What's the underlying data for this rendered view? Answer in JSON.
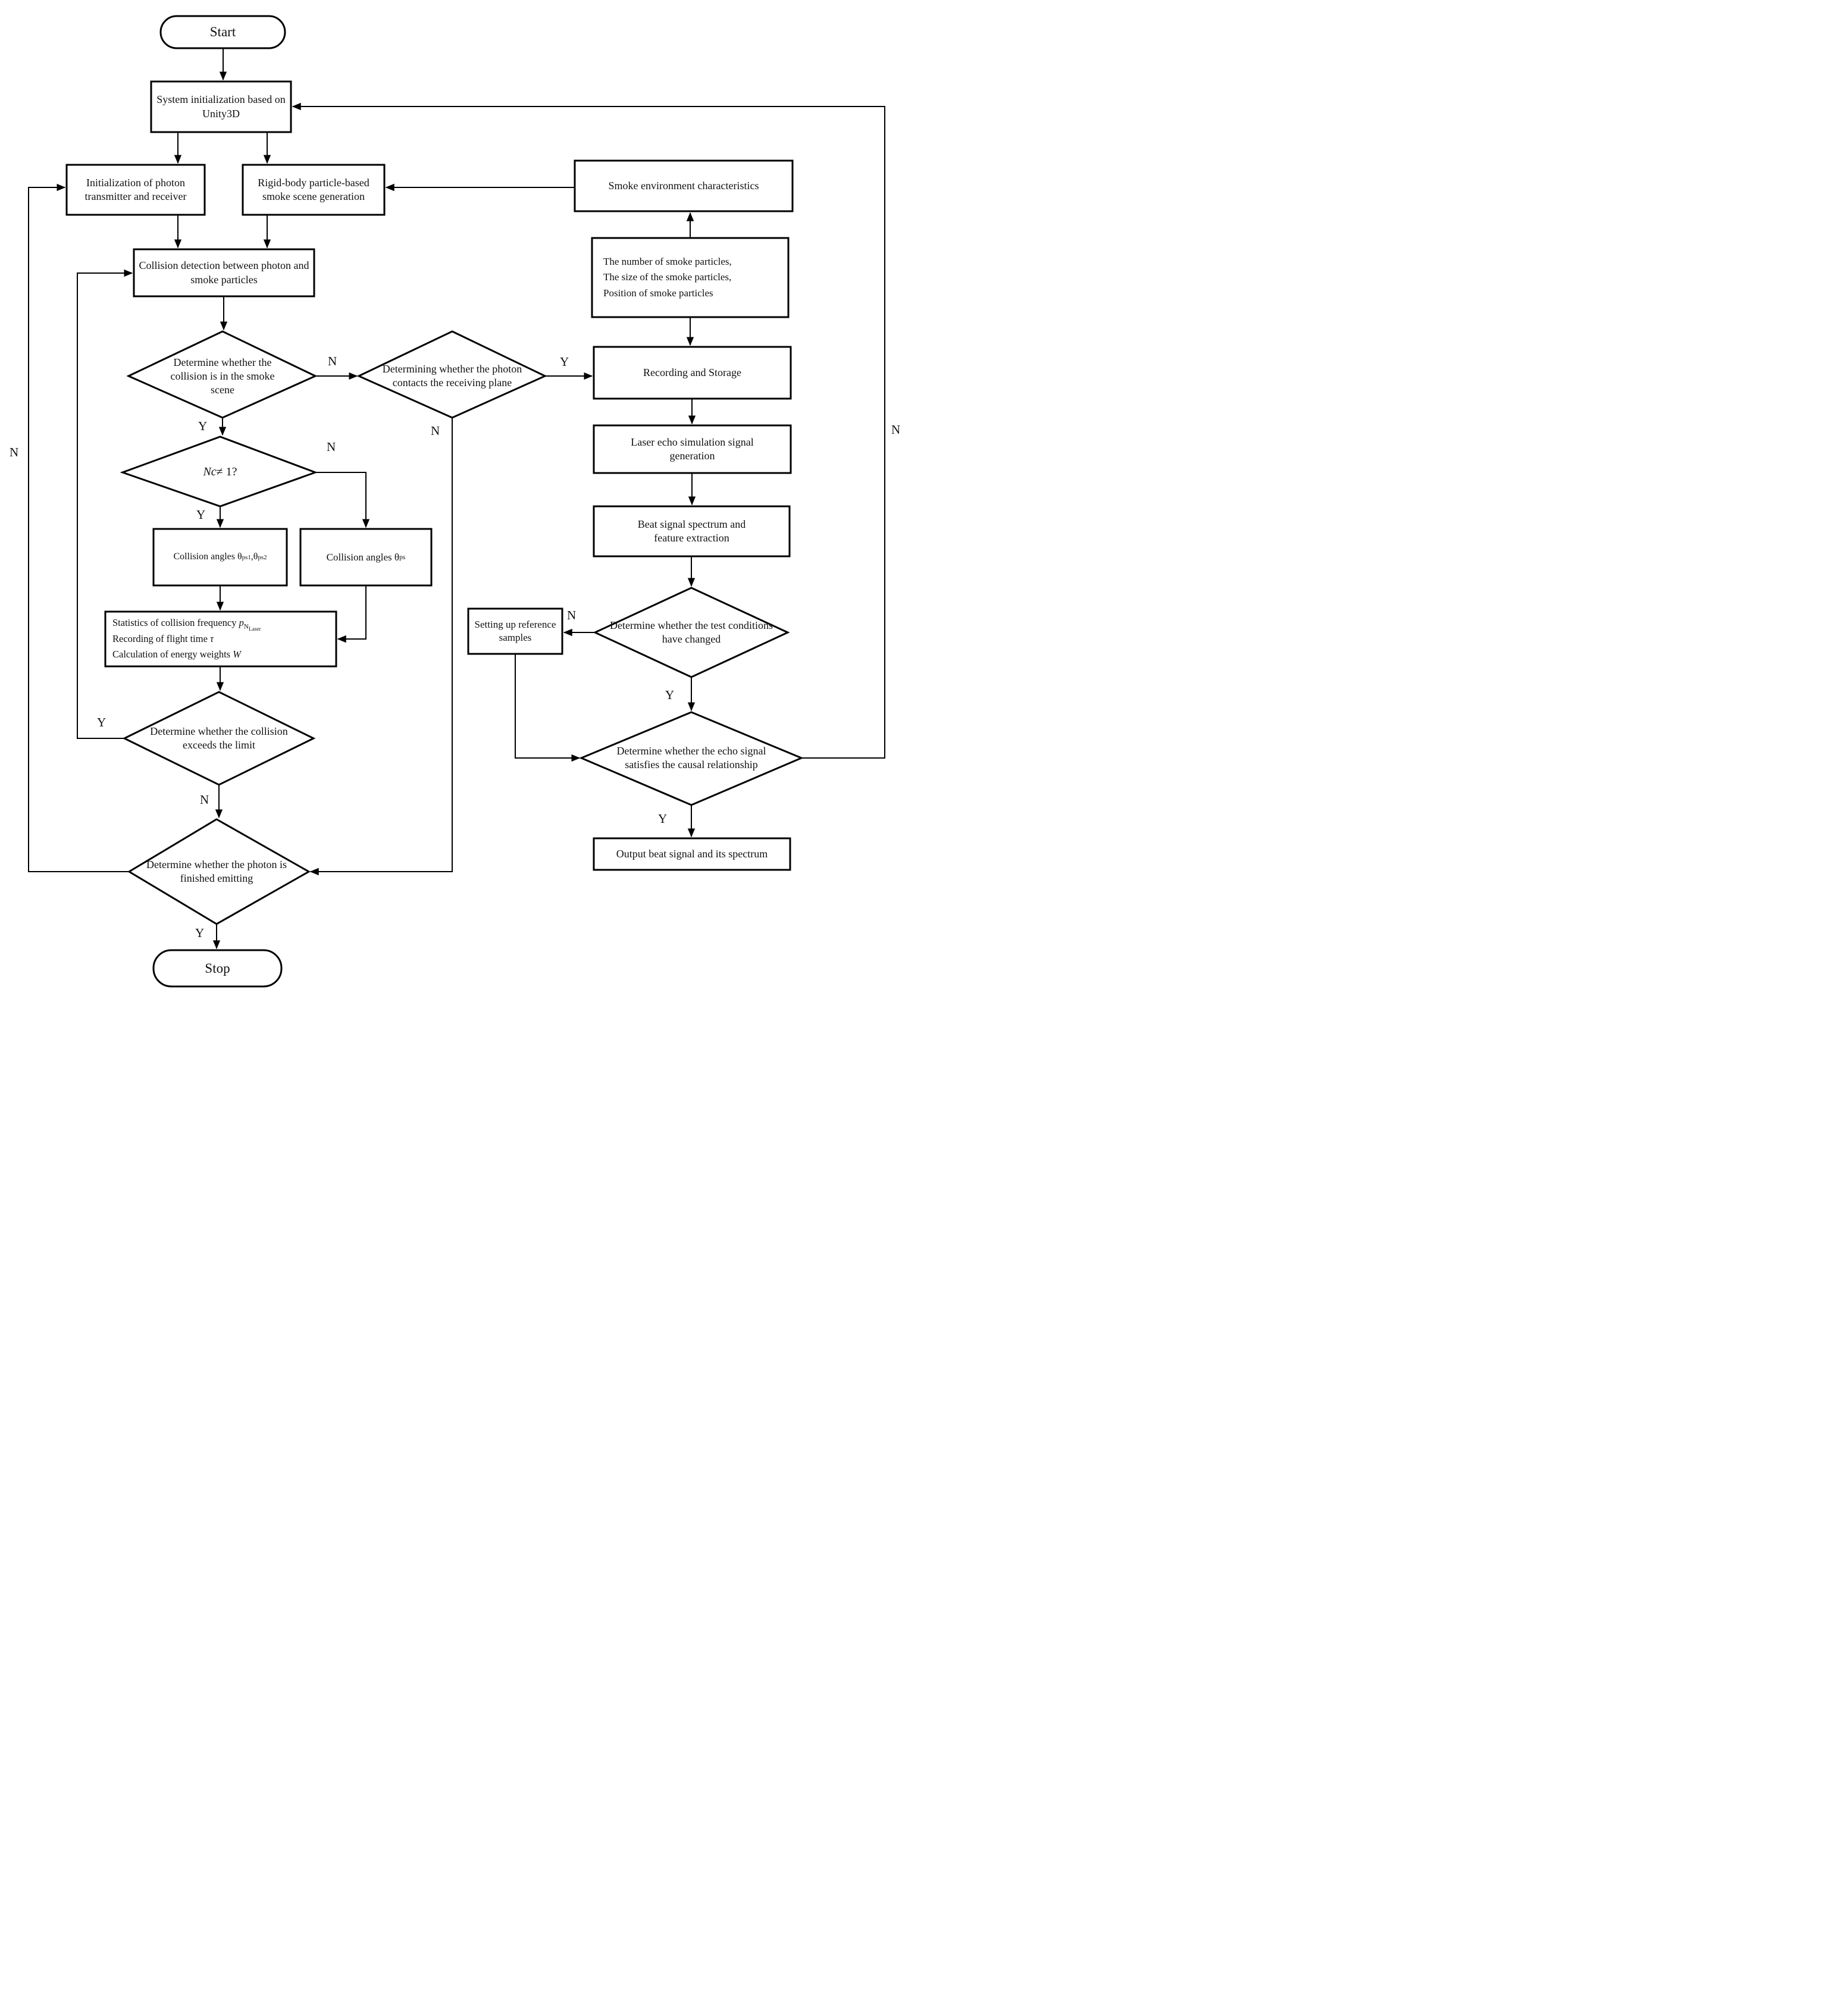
{
  "diagram": {
    "kind": "flowchart",
    "colors": {
      "stroke": "#000000",
      "background": "#ffffff",
      "text": "#111111"
    },
    "labels": {
      "yes": "Y",
      "no": "N"
    },
    "nodes": {
      "start": {
        "shape": "terminator",
        "label": "Start"
      },
      "system_init": {
        "shape": "process",
        "label": "System initialization based on Unity3D"
      },
      "init_photon": {
        "shape": "process",
        "label": "Initialization of photon transmitter and receiver"
      },
      "rigid_body": {
        "shape": "process",
        "label": "Rigid-body particle-based smoke scene generation"
      },
      "collision_detection": {
        "shape": "process",
        "label": "Collision detection between photon and smoke particles"
      },
      "collision_in_scene": {
        "shape": "decision",
        "label": "Determine whether the collision is in the smoke scene"
      },
      "nc_check": {
        "shape": "decision",
        "label": "Nc ≠ 1?",
        "rich": [
          {
            "i": "Nc"
          },
          {
            "t": " ≠ 1?"
          }
        ]
      },
      "angles_two": {
        "shape": "process",
        "label": "Collision angles θps1,θps2",
        "rich": [
          {
            "t": "Collision angles θ"
          },
          {
            "sub": "ps1"
          },
          {
            "t": ",θ"
          },
          {
            "sub": "ps2"
          }
        ]
      },
      "angles_one": {
        "shape": "process",
        "label": "Collision angles θps",
        "rich": [
          {
            "t": "Collision angles θ"
          },
          {
            "sub": "ps"
          }
        ]
      },
      "statistics": {
        "shape": "process",
        "label": "Statistics of collision frequency pNLaser; Recording of flight time τ; Calculation of energy weights W",
        "lines": [
          {
            "rich": [
              {
                "t": "Statistics of collision frequency "
              },
              {
                "i": "p"
              },
              {
                "sub": "N"
              },
              {
                "subsub": "Laser"
              }
            ]
          },
          {
            "rich": [
              {
                "t": "Recording of flight time "
              },
              {
                "i": "τ"
              }
            ]
          },
          {
            "rich": [
              {
                "t": "Calculation of energy weights "
              },
              {
                "i": "W"
              }
            ]
          }
        ]
      },
      "exceeds_limit": {
        "shape": "decision",
        "label": "Determine whether the collision exceeds the limit"
      },
      "finished_emitting": {
        "shape": "decision",
        "label": "Determine whether the photon is finished emitting"
      },
      "stop": {
        "shape": "terminator",
        "label": "Stop"
      },
      "contacts_plane": {
        "shape": "decision",
        "label": "Determining whether the photon contacts the receiving plane"
      },
      "smoke_env": {
        "shape": "process",
        "label": "Smoke environment characteristics"
      },
      "particle_info": {
        "shape": "process",
        "label": "The number of smoke particles, The size of the smoke particles, Position of smoke particles",
        "lines": [
          "The number of smoke particles,",
          "The size of the smoke particles,",
          "Position of smoke particles"
        ]
      },
      "recording_storage": {
        "shape": "process",
        "label": "Recording and Storage"
      },
      "laser_echo": {
        "shape": "process",
        "label": "Laser echo simulation signal generation"
      },
      "beat_signal": {
        "shape": "process",
        "label": "Beat signal spectrum and feature extraction"
      },
      "test_conditions": {
        "shape": "decision",
        "label": "Determine whether the test conditions have changed"
      },
      "reference_samples": {
        "shape": "process",
        "label": "Setting up reference samples"
      },
      "causal_check": {
        "shape": "decision",
        "label": "Determine whether the echo signal satisfies the causal relationship"
      },
      "output_beat": {
        "shape": "process",
        "label": "Output beat signal and its spectrum"
      }
    },
    "edges": [
      {
        "from": "start",
        "to": "system_init"
      },
      {
        "from": "system_init",
        "to": "init_photon"
      },
      {
        "from": "system_init",
        "to": "rigid_body"
      },
      {
        "from": "init_photon",
        "to": "collision_detection"
      },
      {
        "from": "rigid_body",
        "to": "collision_detection"
      },
      {
        "from": "collision_detection",
        "to": "collision_in_scene"
      },
      {
        "from": "collision_in_scene",
        "to": "nc_check",
        "label": "Y"
      },
      {
        "from": "collision_in_scene",
        "to": "contacts_plane",
        "label": "N"
      },
      {
        "from": "nc_check",
        "to": "angles_two",
        "label": "Y"
      },
      {
        "from": "nc_check",
        "to": "angles_one",
        "label": "N"
      },
      {
        "from": "angles_two",
        "to": "statistics"
      },
      {
        "from": "angles_one",
        "to": "statistics"
      },
      {
        "from": "statistics",
        "to": "exceeds_limit"
      },
      {
        "from": "exceeds_limit",
        "to": "collision_detection",
        "label": "Y"
      },
      {
        "from": "exceeds_limit",
        "to": "finished_emitting",
        "label": "N"
      },
      {
        "from": "finished_emitting",
        "to": "stop",
        "label": "Y"
      },
      {
        "from": "finished_emitting",
        "to": "init_photon",
        "label": "N"
      },
      {
        "from": "contacts_plane",
        "to": "recording_storage",
        "label": "Y"
      },
      {
        "from": "contacts_plane",
        "to": "finished_emitting",
        "label": "N"
      },
      {
        "from": "smoke_env",
        "to": "rigid_body"
      },
      {
        "from": "particle_info",
        "to": "smoke_env"
      },
      {
        "from": "particle_info",
        "to": "recording_storage"
      },
      {
        "from": "recording_storage",
        "to": "laser_echo"
      },
      {
        "from": "laser_echo",
        "to": "beat_signal"
      },
      {
        "from": "beat_signal",
        "to": "test_conditions"
      },
      {
        "from": "test_conditions",
        "to": "reference_samples",
        "label": "N"
      },
      {
        "from": "test_conditions",
        "to": "causal_check",
        "label": "Y"
      },
      {
        "from": "reference_samples",
        "to": "causal_check"
      },
      {
        "from": "causal_check",
        "to": "output_beat",
        "label": "Y"
      },
      {
        "from": "causal_check",
        "to": "system_init",
        "label": "N"
      }
    ]
  }
}
